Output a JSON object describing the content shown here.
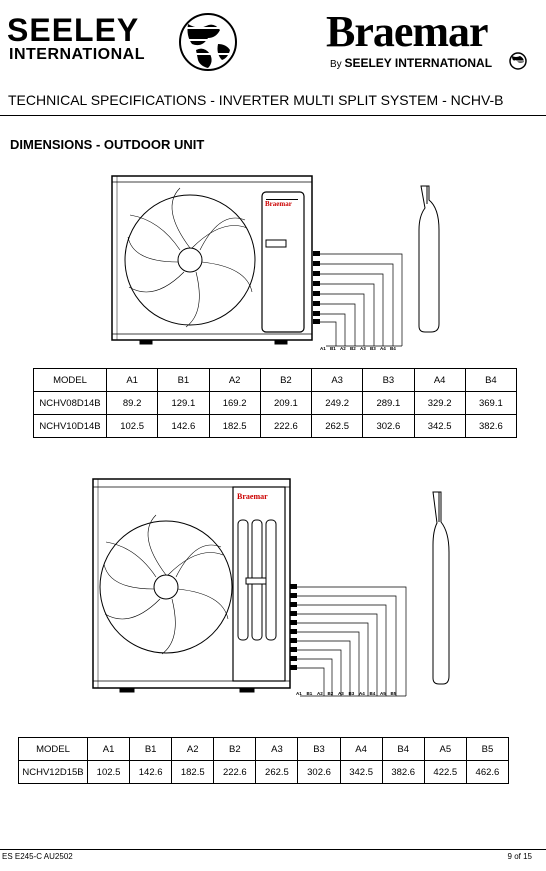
{
  "header": {
    "seeley_logo": {
      "title": "SEELEY",
      "subtitle": "INTERNATIONAL"
    },
    "braemar_logo": {
      "title": "Braemar",
      "by_prefix": "By",
      "by_brand": "SEELEY INTERNATIONAL"
    },
    "document_title": "TECHNICAL SPECIFICATIONS - INVERTER MULTI SPLIT SYSTEM - NCHV-B"
  },
  "section_title": "DIMENSIONS - OUTDOOR UNIT",
  "unit1": {
    "brand_label": "Braemar",
    "dim_labels": [
      "A1",
      "B1",
      "A2",
      "B2",
      "A3",
      "B3",
      "A4",
      "B4"
    ],
    "table": {
      "headers": [
        "MODEL",
        "A1",
        "B1",
        "A2",
        "B2",
        "A3",
        "B3",
        "A4",
        "B4"
      ],
      "rows": [
        [
          "NCHV08D14B",
          "89.2",
          "129.1",
          "169.2",
          "209.1",
          "249.2",
          "289.1",
          "329.2",
          "369.1"
        ],
        [
          "NCHV10D14B",
          "102.5",
          "142.6",
          "182.5",
          "222.6",
          "262.5",
          "302.6",
          "342.5",
          "382.6"
        ]
      ]
    }
  },
  "unit2": {
    "brand_label": "Braemar",
    "dim_labels": [
      "A1",
      "B1",
      "A2",
      "B2",
      "A3",
      "B3",
      "A4",
      "B4",
      "A5",
      "B5"
    ],
    "table": {
      "headers": [
        "MODEL",
        "A1",
        "B1",
        "A2",
        "B2",
        "A3",
        "B3",
        "A4",
        "B4",
        "A5",
        "B5"
      ],
      "rows": [
        [
          "NCHV12D15B",
          "102.5",
          "142.6",
          "182.5",
          "222.6",
          "262.5",
          "302.6",
          "342.5",
          "382.6",
          "422.5",
          "462.6"
        ]
      ]
    }
  },
  "footer": {
    "left": "ES E245-C AU2502",
    "right": "9 of 15"
  }
}
